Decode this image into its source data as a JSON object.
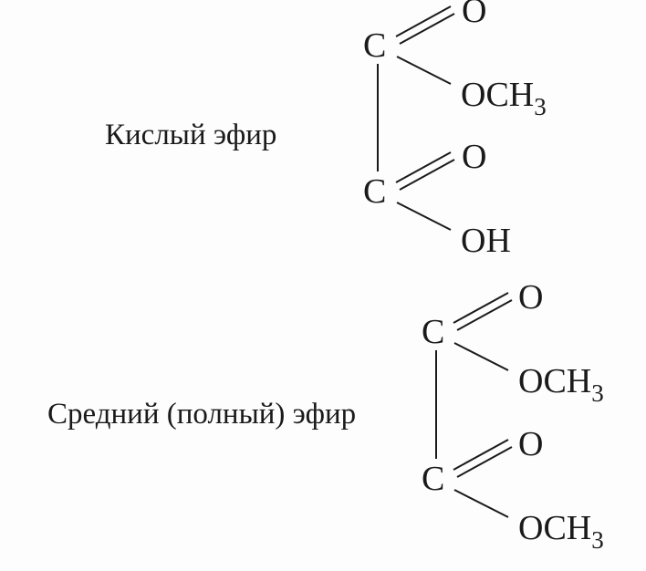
{
  "captions": {
    "acid_ester": "Кислый эфир",
    "full_ester": "Средний (полный) эфир"
  },
  "acid_ester": {
    "top_carbon": "C",
    "top_carbonyl_oxygen": "O",
    "top_ester_group": "OCH",
    "top_ester_subscript": "3",
    "bottom_carbon": "C",
    "bottom_carbonyl_oxygen": "O",
    "bottom_hydroxyl": "OH"
  },
  "full_ester": {
    "top_carbon": "C",
    "top_carbonyl_oxygen": "O",
    "top_ester_group": "OCH",
    "top_ester_subscript": "3",
    "bottom_carbon": "C",
    "bottom_carbonyl_oxygen": "O",
    "bottom_ester_group": "OCH",
    "bottom_ester_subscript": "3"
  }
}
